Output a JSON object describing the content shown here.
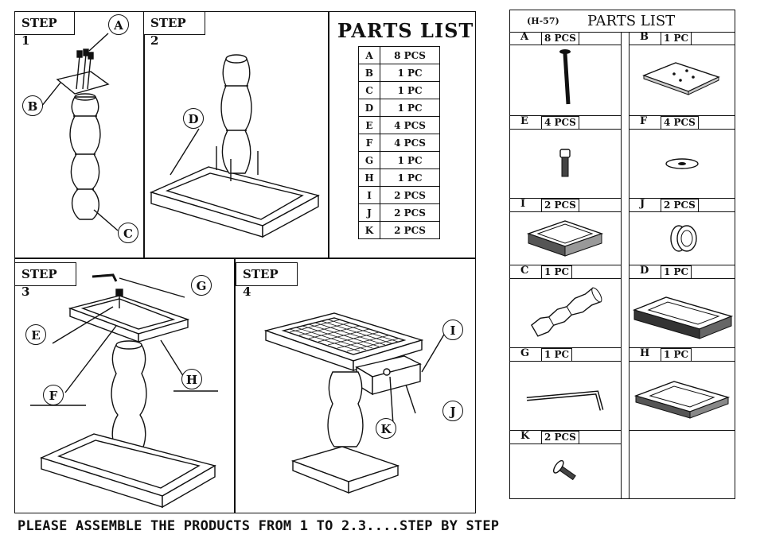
{
  "steps": [
    {
      "label": "STEP 1"
    },
    {
      "label": "STEP 2"
    },
    {
      "label": "STEP 3"
    },
    {
      "label": "STEP 4"
    }
  ],
  "callouts": {
    "a": "A",
    "b": "B",
    "c": "C",
    "d": "D",
    "e": "E",
    "f": "F",
    "g": "G",
    "h": "H",
    "i": "I",
    "j": "J",
    "k": "K"
  },
  "parts_list_title": "PARTS LIST",
  "parts_table": [
    {
      "letter": "A",
      "qty": "8 PCS"
    },
    {
      "letter": "B",
      "qty": "1 PC"
    },
    {
      "letter": "C",
      "qty": "1 PC"
    },
    {
      "letter": "D",
      "qty": "1 PC"
    },
    {
      "letter": "E",
      "qty": "4 PCS"
    },
    {
      "letter": "F",
      "qty": "4 PCS"
    },
    {
      "letter": "G",
      "qty": "1 PC"
    },
    {
      "letter": "H",
      "qty": "1 PC"
    },
    {
      "letter": "I",
      "qty": "2 PCS"
    },
    {
      "letter": "J",
      "qty": "2 PCS"
    },
    {
      "letter": "K",
      "qty": "2 PCS"
    }
  ],
  "right_panel": {
    "code": "(H-57)",
    "title": "PARTS LIST",
    "cells": [
      {
        "letter": "A",
        "qty": "8 PCS",
        "icon": "bolt-icon"
      },
      {
        "letter": "B",
        "qty": "1 PC",
        "icon": "plate-icon"
      },
      {
        "letter": "E",
        "qty": "4 PCS",
        "icon": "screw-icon"
      },
      {
        "letter": "F",
        "qty": "4 PCS",
        "icon": "washer-icon"
      },
      {
        "letter": "I",
        "qty": "2 PCS",
        "icon": "drawer-icon"
      },
      {
        "letter": "J",
        "qty": "2 PCS",
        "icon": "knob-icon"
      },
      {
        "letter": "C",
        "qty": "1 PC",
        "icon": "column-icon"
      },
      {
        "letter": "D",
        "qty": "1 PC",
        "icon": "base-icon"
      },
      {
        "letter": "G",
        "qty": "1 PC",
        "icon": "allen-key-icon"
      },
      {
        "letter": "H",
        "qty": "1 PC",
        "icon": "top-frame-icon"
      },
      {
        "letter": "K",
        "qty": "2 PCS",
        "icon": "small-screw-icon"
      }
    ]
  },
  "footer": "PLEASE ASSEMBLE THE PRODUCTS FROM 1 TO 2.3....STEP BY STEP"
}
